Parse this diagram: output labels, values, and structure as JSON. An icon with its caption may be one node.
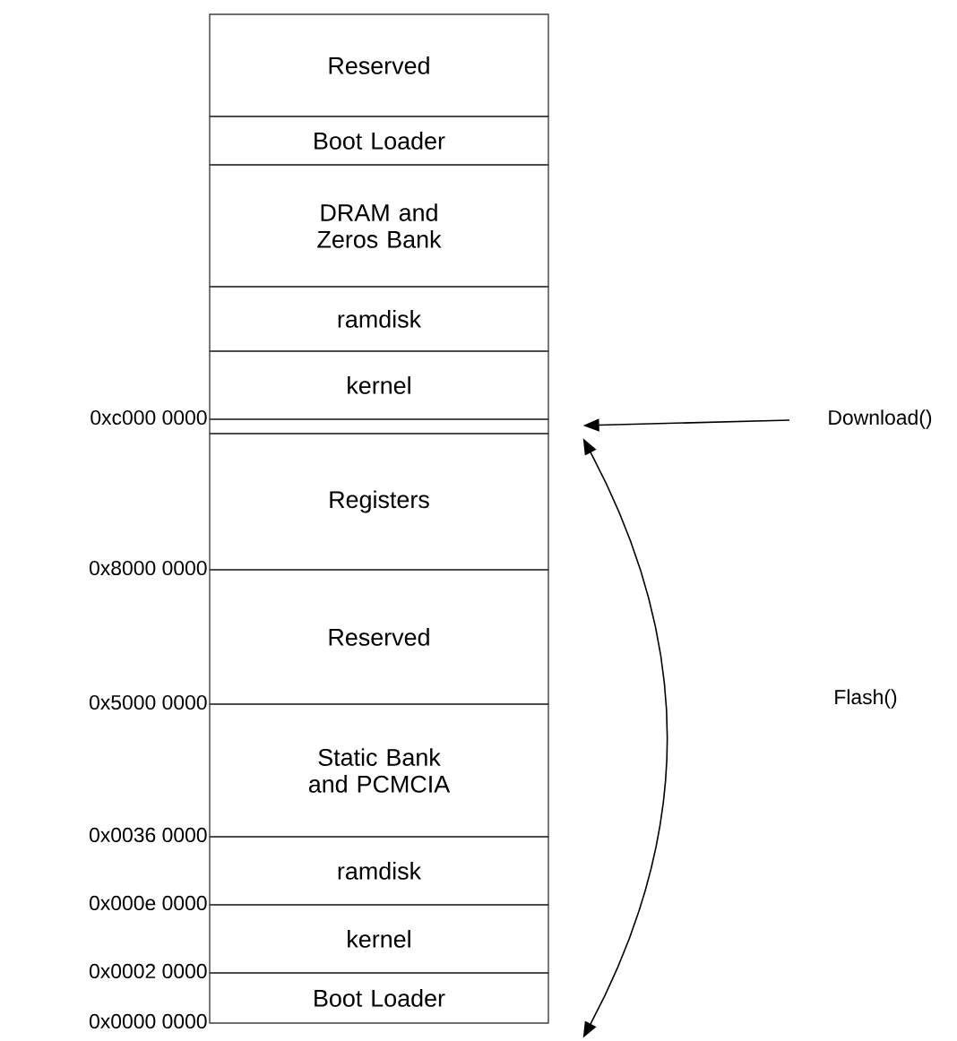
{
  "diagram": {
    "nodes": [
      {
        "text": [
          "Reserved"
        ]
      },
      {
        "text": [
          "Boot Loader"
        ]
      },
      {
        "text": [
          "DRAM and Zeros Bank"
        ]
      },
      {
        "text": [
          "ramdisk"
        ]
      },
      {
        "text": [
          "kernel"
        ]
      },
      {
        "text": [],
        "shape": "box"
      },
      {
        "text": [
          "Registers"
        ]
      },
      {
        "text": [
          "Reserved"
        ]
      },
      {
        "text": [
          "Static Bank and PCMCIA"
        ]
      },
      {
        "text": [
          "ramdisk"
        ]
      },
      {
        "text": [
          "kernel"
        ]
      },
      {
        "text": [
          "Boot Loader"
        ]
      },
      {
        "text": [
          "Download()"
        ]
      }
    ],
    "edges": [
      {
        "from": 12,
        "to": 5,
        "arrow": "to"
      },
      {
        "from": 6,
        "to": 11,
        "arrow": "both"
      }
    ],
    "labels": [
      "Flash()",
      "0xc000 0000",
      "0x8000 0000",
      "0x5000 0000",
      "0x0036 0000",
      "0x000e 0000",
      "0x0002 0000",
      "0x0000 0000"
    ]
  }
}
